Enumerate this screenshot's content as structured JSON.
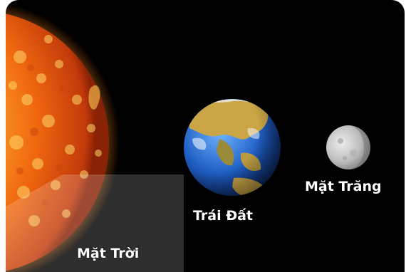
{
  "labels": {
    "sun": "Mặt Trời",
    "earth": "Trái Đất",
    "moon": "Mặt Trăng"
  },
  "colors": {
    "space": "#000000",
    "sun_core": "#ffd24a",
    "sun_mid": "#f07a12",
    "sun_edge": "#b83208",
    "earth_ocean": "#1f5fc4",
    "earth_land": "#c9a545",
    "moon": "#c8c8c8",
    "label": "#ffffff"
  },
  "icons": [
    "sun-image",
    "earth-image",
    "moon-image",
    "watermark-logo"
  ]
}
